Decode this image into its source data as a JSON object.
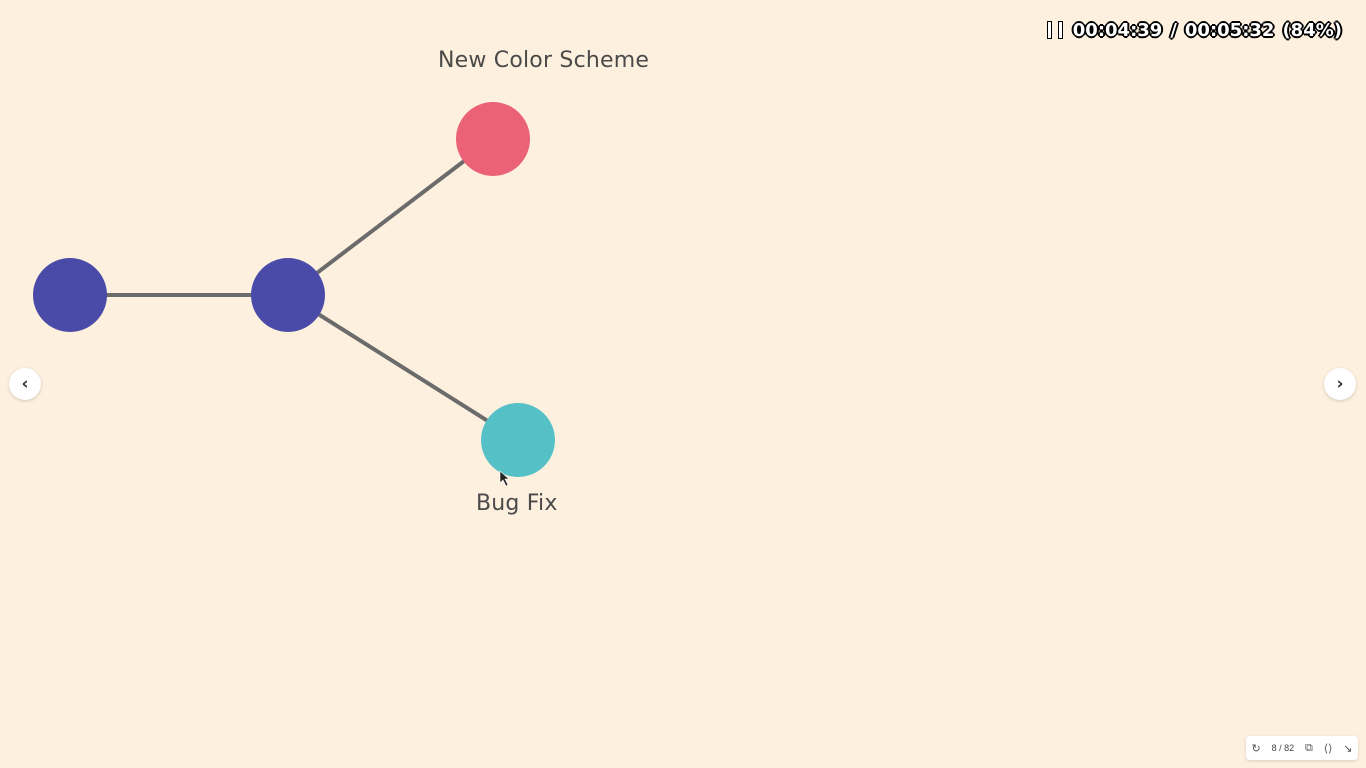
{
  "player": {
    "state": "paused",
    "current_time": "00:04:39",
    "separator": "/",
    "total_time": "00:05:32",
    "percent": "(84%)"
  },
  "diagram": {
    "nodes": [
      {
        "name": "node-left",
        "color": "#4a4aa8"
      },
      {
        "name": "node-center",
        "color": "#4a4aa8"
      },
      {
        "name": "node-new-color-scheme",
        "color": "#eb6277"
      },
      {
        "name": "node-bug-fix",
        "color": "#55c1c6"
      }
    ],
    "labels": {
      "top": "New Color Scheme",
      "bottom": "Bug Fix"
    },
    "edge_color": "#6b6b6b"
  },
  "nav": {
    "prev_icon": "chevron-left-icon",
    "next_icon": "chevron-right-icon"
  },
  "toolbar": {
    "page_indicator": "8 / 82",
    "icons": [
      "refresh-icon",
      "layers-icon",
      "code-icon",
      "collapse-icon"
    ]
  }
}
